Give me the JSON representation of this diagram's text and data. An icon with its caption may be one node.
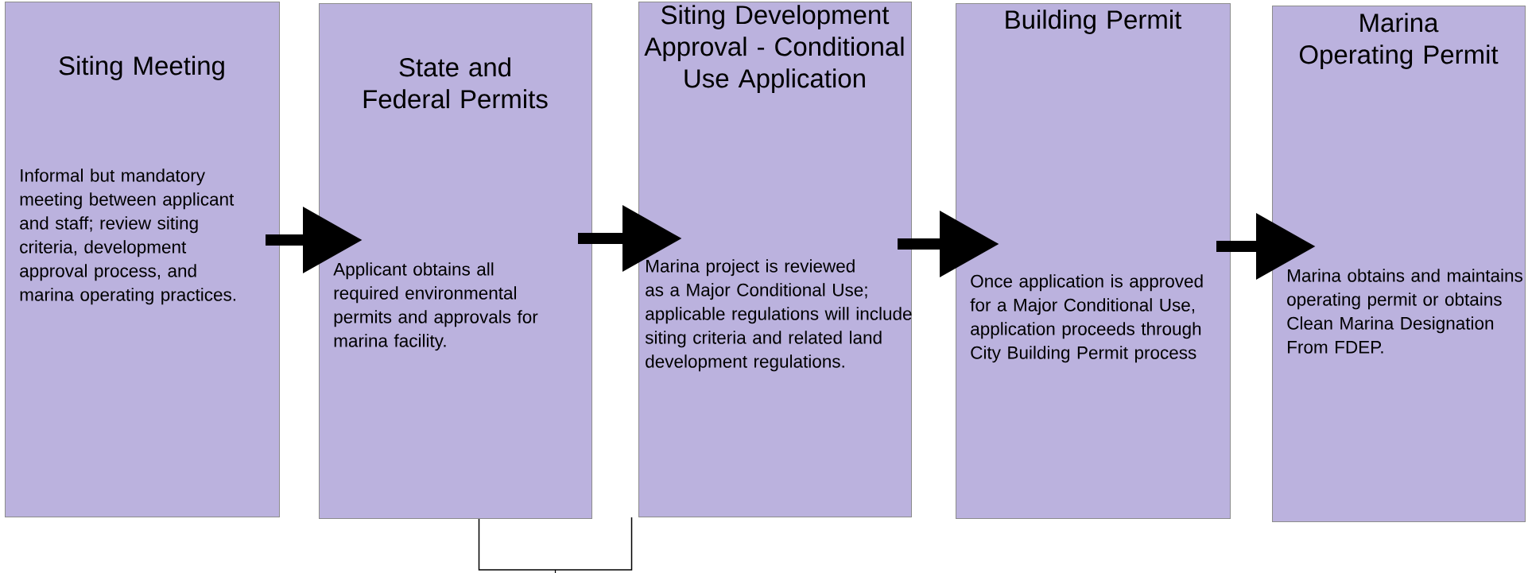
{
  "diagram": {
    "nodes": [
      {
        "text": [
          "Siting Meeting",
          "Informal but mandatory meeting between applicant and staff; review siting criteria, development approval process, and marina operating practices."
        ]
      },
      {
        "text": [
          "State and Federal Permits",
          "Applicant obtains all required environmental permits and approvals for marina facility."
        ]
      },
      {
        "text": [
          "Siting Development Approval - Conditional Use Application",
          "Marina project is reviewed as a Major Conditional Use; applicable regulations will include siting criteria and related land development regulations."
        ]
      },
      {
        "text": [
          "Building Permit",
          "Once application is approved for a Major Conditional Use, application proceeds through City Building Permit process"
        ]
      },
      {
        "text": [
          "Marina Operating Permit",
          "Marina obtains and maintains operating permit or obtains Clean Marina Designation From FDEP."
        ]
      }
    ],
    "edges": [
      {
        "from": 0,
        "to": 1,
        "arrow": "to"
      },
      {
        "from": 1,
        "to": 2,
        "arrow": "to"
      },
      {
        "from": 2,
        "to": 3,
        "arrow": "to"
      },
      {
        "from": 3,
        "to": 4,
        "arrow": "to"
      },
      {
        "from": 1,
        "to": 2,
        "arrow": "none"
      }
    ]
  }
}
